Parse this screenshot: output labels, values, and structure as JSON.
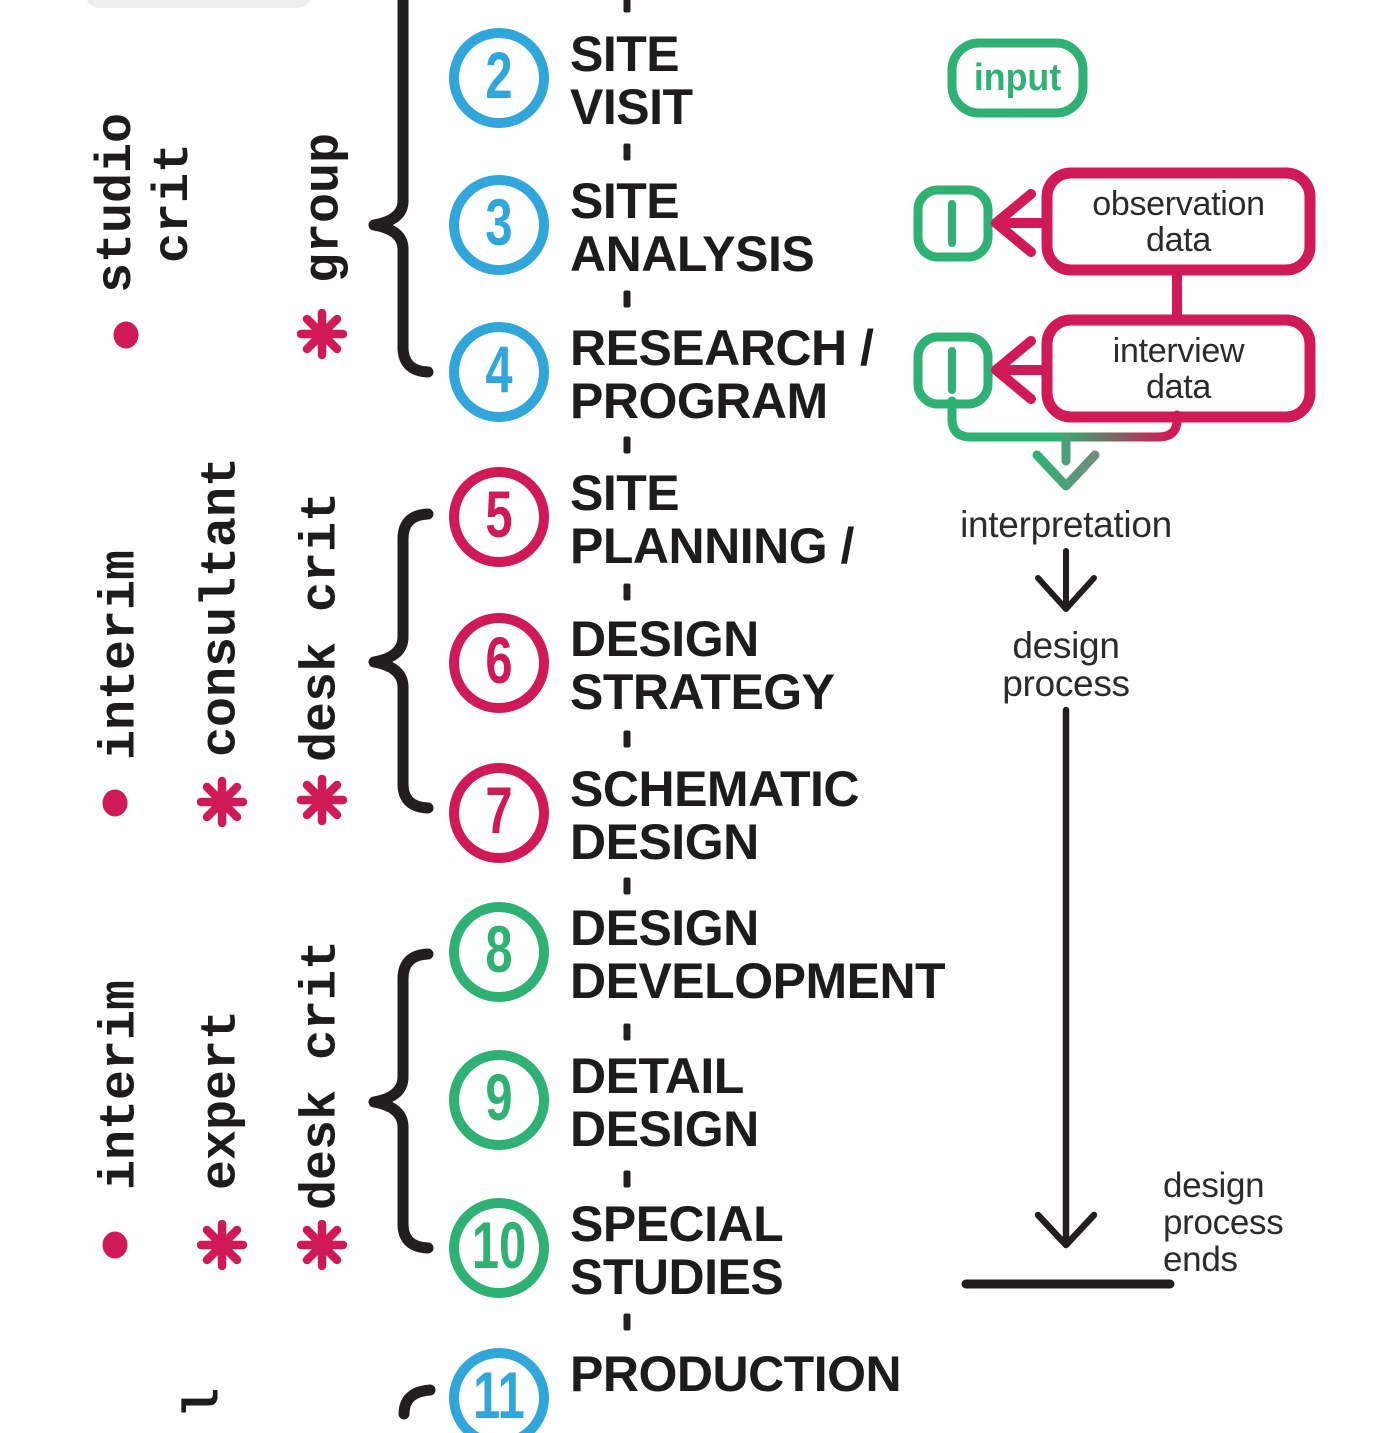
{
  "palette": {
    "pink": "#d01a58",
    "blue": "#31a6da",
    "green": "#2eb173",
    "black": "#221e1f",
    "text": "#1d1b1c",
    "light_text": "#2d2a2b",
    "gray_box": "#ededed"
  },
  "steps": [
    {
      "num": "2",
      "color": "blue",
      "lines": [
        "SITE",
        "VISIT"
      ]
    },
    {
      "num": "3",
      "color": "blue",
      "lines": [
        "SITE",
        "ANALYSIS"
      ]
    },
    {
      "num": "4",
      "color": "blue",
      "lines": [
        "RESEARCH /",
        "PROGRAM"
      ]
    },
    {
      "num": "5",
      "color": "pink",
      "lines": [
        "SITE",
        "PLANNING /"
      ]
    },
    {
      "num": "6",
      "color": "pink",
      "lines": [
        "DESIGN",
        "STRATEGY"
      ]
    },
    {
      "num": "7",
      "color": "pink",
      "lines": [
        "SCHEMATIC",
        "DESIGN"
      ]
    },
    {
      "num": "8",
      "color": "green",
      "lines": [
        "DESIGN",
        "DEVELOPMENT"
      ]
    },
    {
      "num": "9",
      "color": "green",
      "lines": [
        "DETAIL",
        "DESIGN"
      ]
    },
    {
      "num": "10",
      "color": "green",
      "lines": [
        "SPECIAL",
        "STUDIES"
      ]
    },
    {
      "num": "11",
      "color": "blue",
      "lines": [
        "PRODUCTION",
        ""
      ]
    }
  ],
  "side_labels": {
    "studio_crit": {
      "line1": "studio",
      "line2": "crit",
      "marker": "dot"
    },
    "group": {
      "line1": "group",
      "marker": "asterisk"
    },
    "interim_1": {
      "line1": "interim",
      "marker": "dot"
    },
    "consultant": {
      "line1": "consultant",
      "marker": "asterisk"
    },
    "desk_crit_1": {
      "line1": "desk crit",
      "marker": "asterisk"
    },
    "interim_2": {
      "line1": "interim",
      "marker": "dot"
    },
    "expert": {
      "line1": "expert",
      "marker": "asterisk"
    },
    "desk_crit_2": {
      "line1": "desk crit",
      "marker": "asterisk"
    },
    "partial_letter": {
      "line1": "l"
    }
  },
  "flow": {
    "input_label": "input",
    "observation_box": {
      "line1": "observation",
      "line2": "data"
    },
    "interview_box": {
      "line1": "interview",
      "line2": "data"
    },
    "interpretation_label": "interpretation",
    "design_process": {
      "line1": "design",
      "line2": "process"
    },
    "process_ends": {
      "line1": "design",
      "line2": "process",
      "line3": "ends"
    }
  }
}
